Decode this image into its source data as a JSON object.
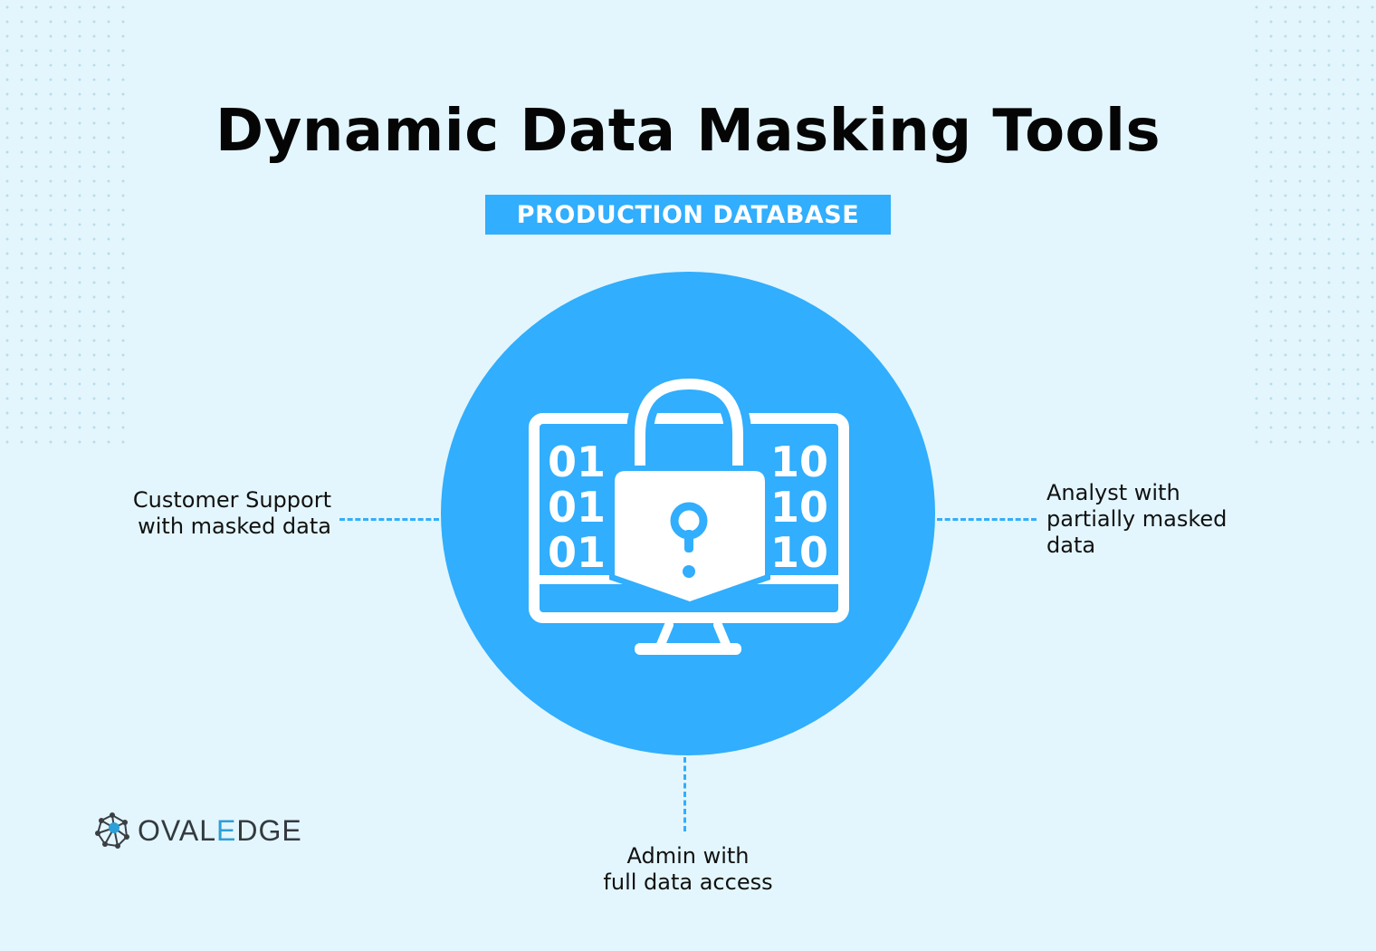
{
  "title": "Dynamic Data Masking Tools",
  "badge": "PRODUCTION DATABASE",
  "icon": {
    "name": "monitor-lock-binary-icon",
    "binary_left": [
      "01",
      "01",
      "01"
    ],
    "binary_right": [
      "10",
      "10",
      "10"
    ]
  },
  "labels": {
    "left": [
      "Customer Support",
      "with masked data"
    ],
    "right": [
      "Analyst with",
      "partially masked",
      "data"
    ],
    "bottom": [
      "Admin with",
      "full data access"
    ]
  },
  "logo": {
    "part1": "OVAL",
    "part2": "E",
    "part3": "DGE"
  },
  "colors": {
    "background": "#e3f6fd",
    "accent": "#31aefd",
    "text": "#111111"
  }
}
